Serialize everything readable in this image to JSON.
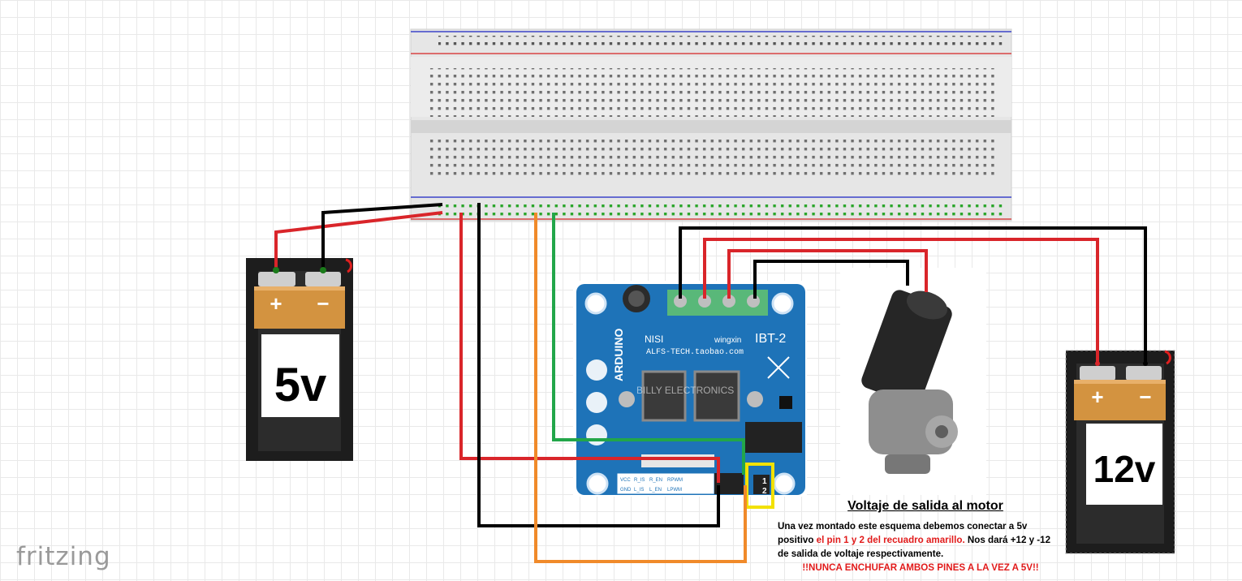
{
  "battery_5v": {
    "plus": "+",
    "minus": "−",
    "label": "5v"
  },
  "battery_12v": {
    "plus": "+",
    "minus": "−",
    "label": "12v"
  },
  "board": {
    "brand": "ARDUINO",
    "name": "IBT-2",
    "nisi": "NISI",
    "wingxin": "wingxin",
    "url": "ALFS-TECH.taobao.com",
    "watermark": "BILLY ELECTRONICS",
    "pins_top": [
      "VCC",
      "R_IS",
      "R_EN",
      "RPWM"
    ],
    "pins_bottom": [
      "GND",
      "L_IS",
      "L_EN",
      "LPWM"
    ],
    "pin_numbers": [
      "1",
      "2"
    ]
  },
  "note": {
    "title": "Voltaje de salida al motor",
    "line1": "Una vez montado este esquema debemos conectar a 5v positivo ",
    "highlight": "el pin 1 y 2 del recuadro amarillo.",
    "line2": "  Nos dará +12 y -12 de salida de voltaje respectivamente.",
    "warning": "!!NUNCA ENCHUFAR AMBOS PINES A LA VEZ A 5V!!"
  },
  "logo": "fritzing"
}
